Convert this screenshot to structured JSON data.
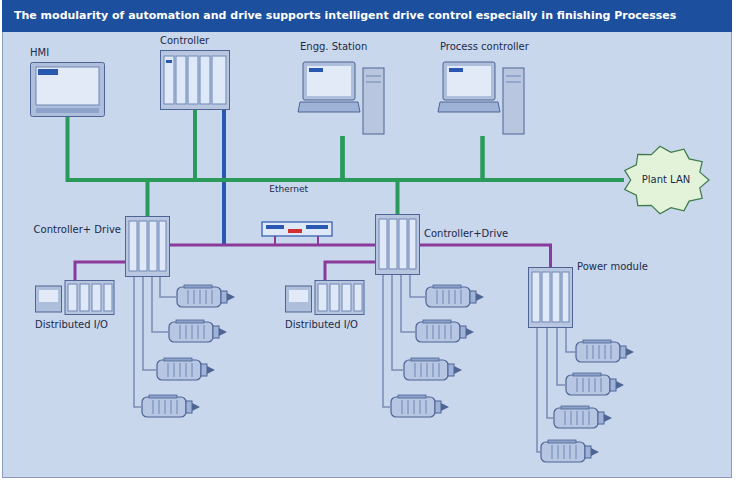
{
  "diagram": {
    "title": "The modularity of automation and drive supports intelligent drive control especially in finishing Processes",
    "nodes": [
      {
        "text": [
          "HMI"
        ]
      },
      {
        "text": [
          "Controller"
        ]
      },
      {
        "text": [
          "Engg. Station"
        ]
      },
      {
        "text": [
          "Process controller"
        ]
      },
      {
        "text": [
          "Plant LAN"
        ]
      },
      {
        "text": [
          "Controller+ Drive"
        ]
      },
      {
        "text": [
          "Distributed I/O"
        ]
      },
      {
        "text": [
          "Controller+Drive"
        ]
      },
      {
        "text": [
          "Distributed I/O"
        ]
      },
      {
        "text": [
          "Power module"
        ]
      }
    ],
    "edges": [
      {
        "from": 0,
        "to": 1,
        "arrow": "none"
      },
      {
        "from": 1,
        "to": 2,
        "label": "Ethernet",
        "arrow": "none"
      },
      {
        "from": 2,
        "to": 3,
        "arrow": "none"
      },
      {
        "from": 3,
        "to": 4,
        "arrow": "none"
      },
      {
        "from": 1,
        "to": 5,
        "arrow": "none"
      },
      {
        "from": 2,
        "to": 7,
        "arrow": "none"
      },
      {
        "from": 5,
        "to": 7,
        "arrow": "none"
      },
      {
        "from": 7,
        "to": 9,
        "arrow": "none"
      },
      {
        "from": 5,
        "to": 6,
        "arrow": "none"
      },
      {
        "from": 7,
        "to": 8,
        "arrow": "none"
      }
    ]
  }
}
